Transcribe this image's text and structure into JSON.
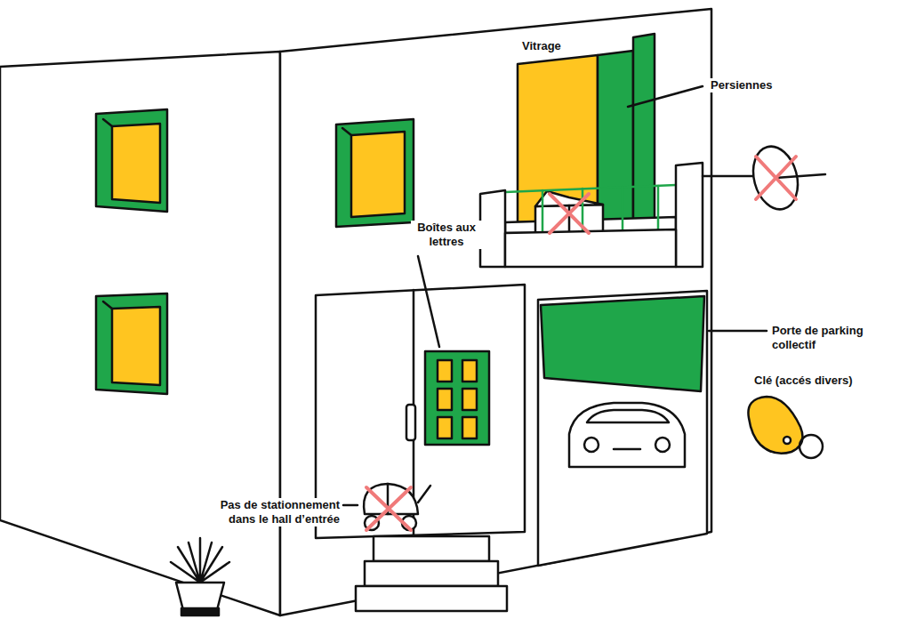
{
  "diagram": {
    "labels": [
      "Vitrage",
      "Persiennes",
      "Boîtes aux lettres",
      "Porte de parking collectif",
      "Clé (accés divers)",
      "Pas de stationnement dans le hall d’entrée"
    ]
  }
}
